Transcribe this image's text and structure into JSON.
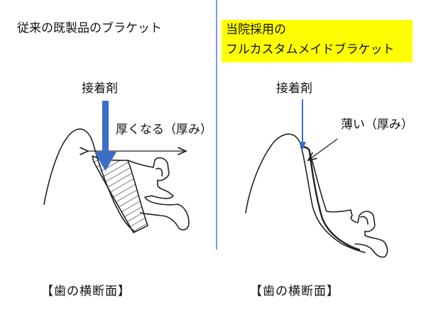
{
  "left": {
    "title": "従来の既製品のブラケット",
    "adhesive_label": "接着剤",
    "thickness_label": "厚くなる（厚み）",
    "caption": "【歯の横断面】"
  },
  "right": {
    "title_line1": "当院採用の",
    "title_line2": "フルカスタムメイドブラケット",
    "adhesive_label": "接着剤",
    "thickness_label": "薄い（厚み）",
    "caption": "【歯の横断面】"
  },
  "colors": {
    "arrow_blue": "#3a6fc4",
    "highlight_yellow": "#ffff00",
    "divider_blue": "#4a7fd0",
    "ink": "#222222"
  }
}
